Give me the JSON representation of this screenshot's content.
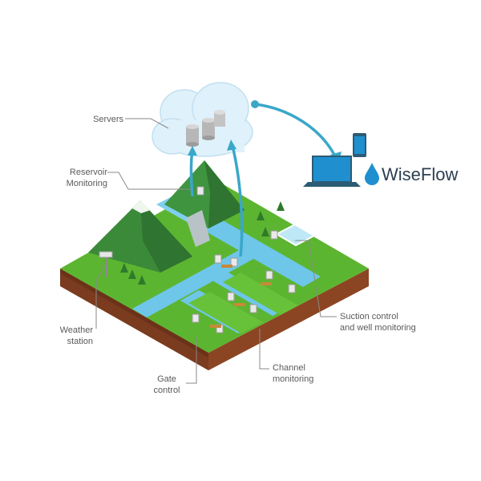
{
  "labels": {
    "servers": "Servers",
    "reservoir": "Reservoir\nMonitoring",
    "weather": "Weather\nstation",
    "gate": "Gate\ncontrol",
    "channel": "Channel\nmonitoring",
    "suction": "Suction control\nand well monitoring"
  },
  "brand": {
    "name": "WiseFlow"
  },
  "colors": {
    "grass": "#5cb530",
    "grass_dark": "#3f8f24",
    "soil": "#7a3b1e",
    "water": "#6ec6e9",
    "mountain": "#3b8a3a",
    "cloud": "#dff1fb",
    "arrow": "#3aa7c9",
    "brand_text": "#2c3e50",
    "drop": "#1f8fcf"
  }
}
